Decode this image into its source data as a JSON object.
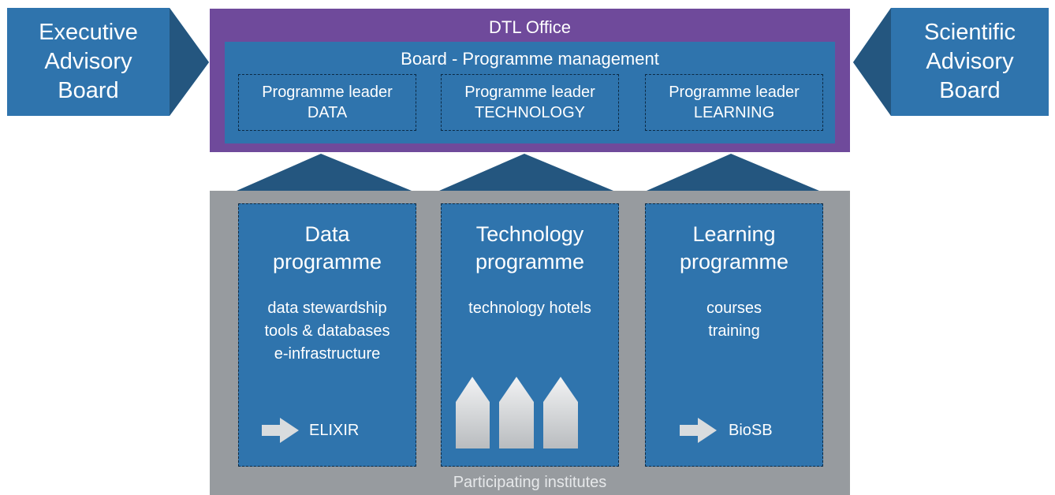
{
  "executive_board": {
    "lines": [
      "Executive",
      "Advisory",
      "Board"
    ]
  },
  "scientific_board": {
    "lines": [
      "Scientific",
      "Advisory",
      "Board"
    ]
  },
  "dtl_office": {
    "title": "DTL Office"
  },
  "board_management": {
    "title": "Board - Programme management",
    "leaders": [
      {
        "line1": "Programme leader",
        "line2": "DATA"
      },
      {
        "line1": "Programme leader",
        "line2": "TECHNOLOGY"
      },
      {
        "line1": "Programme leader",
        "line2": "LEARNING"
      }
    ]
  },
  "programmes": [
    {
      "title1": "Data",
      "title2": "programme",
      "items": [
        "data stewardship",
        "tools & databases",
        "e-infrastructure"
      ],
      "link": "ELIXIR"
    },
    {
      "title1": "Technology",
      "title2": "programme",
      "items": [
        "technology hotels"
      ],
      "icon": "hotel-buildings-icon"
    },
    {
      "title1": "Learning",
      "title2": "programme",
      "items": [
        "courses",
        "training"
      ],
      "link": "BioSB"
    }
  ],
  "participating_institutes": {
    "label": "Participating institutes"
  },
  "colors": {
    "box_blue": "#2f74ad",
    "dark_blue": "#24567f",
    "purple": "#6f4a9b",
    "gray": "#979b9f",
    "arrow": "#d9dcde"
  }
}
